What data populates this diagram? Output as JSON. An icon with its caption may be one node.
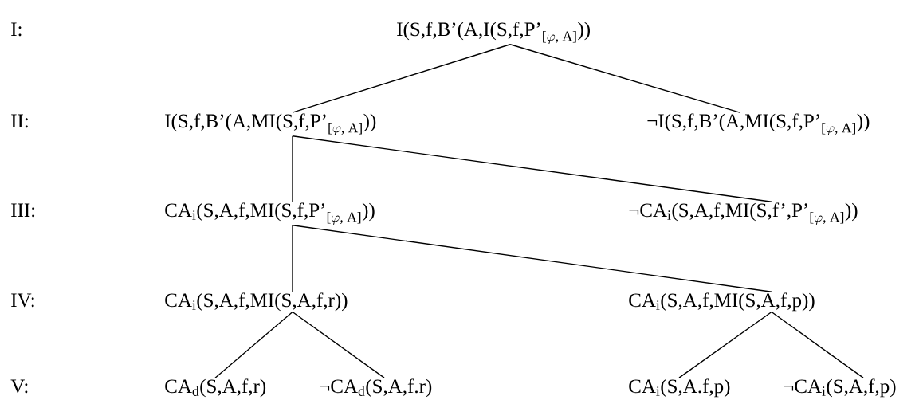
{
  "diagram": {
    "nodes": [
      {
        "text": [
          "\\text{I(S,f,B'(A,I(S,f,P’}_{\\text{[}\\varphi\\text{, A]}}\\text{))}"
        ]
      },
      {
        "text": [
          "\\text{I(S,f,B'(A,MI(S,f,P’}_{\\text{[}\\varphi\\text{, A]}}\\text{))}"
        ]
      },
      {
        "text": [
          "\\text{¬I(S,f,B'(A,MI(S,f,P’}_{\\text{[}\\varphi\\text{, A]}}\\text{))}"
        ]
      },
      {
        "text": [
          "\\text{CA}_{\\text{i}}\\text{(S,A,f,MI(S,f,P’}_{\\text{[}\\varphi\\text{, A]}}\\text{))}"
        ]
      },
      {
        "text": [
          "\\text{¬CA}_{\\text{i}}\\text{(S,A,f,MI(S,f',P’}_{\\text{[}\\varphi\\text{, A]}}\\text{))}"
        ]
      },
      {
        "text": [
          "CA$_{i}$(S,A,f,MI(S,A,f,r))"
        ]
      },
      {
        "text": [
          "CA$_{i}$(S,A,f,MI(S,A,f,p))"
        ]
      },
      {
        "text": [
          "CA$_{d}$(S,A,f,r)"
        ]
      },
      {
        "text": [
          "¬CA$_{d}$(S,A,f.r)"
        ]
      },
      {
        "text": [
          "CA$_{i}$(S,A.f,p)"
        ]
      },
      {
        "text": [
          "¬CA$_{i}$(S,A,f,p)"
        ]
      }
    ],
    "edges": [
      {
        "from": 0,
        "to": 1,
        "arrow": "none"
      },
      {
        "from": 0,
        "to": 2,
        "arrow": "none"
      },
      {
        "from": 1,
        "to": 3,
        "arrow": "none"
      },
      {
        "from": 1,
        "to": 4,
        "arrow": "none"
      },
      {
        "from": 3,
        "to": 5,
        "arrow": "none"
      },
      {
        "from": 3,
        "to": 6,
        "arrow": "none"
      },
      {
        "from": 5,
        "to": 7,
        "arrow": "none"
      },
      {
        "from": 5,
        "to": 8,
        "arrow": "none"
      },
      {
        "from": 6,
        "to": 9,
        "arrow": "none"
      },
      {
        "from": 6,
        "to": 10,
        "arrow": "none"
      }
    ],
    "labels": [
      "I:",
      "II:",
      "III:",
      "IV:",
      "V:"
    ]
  }
}
